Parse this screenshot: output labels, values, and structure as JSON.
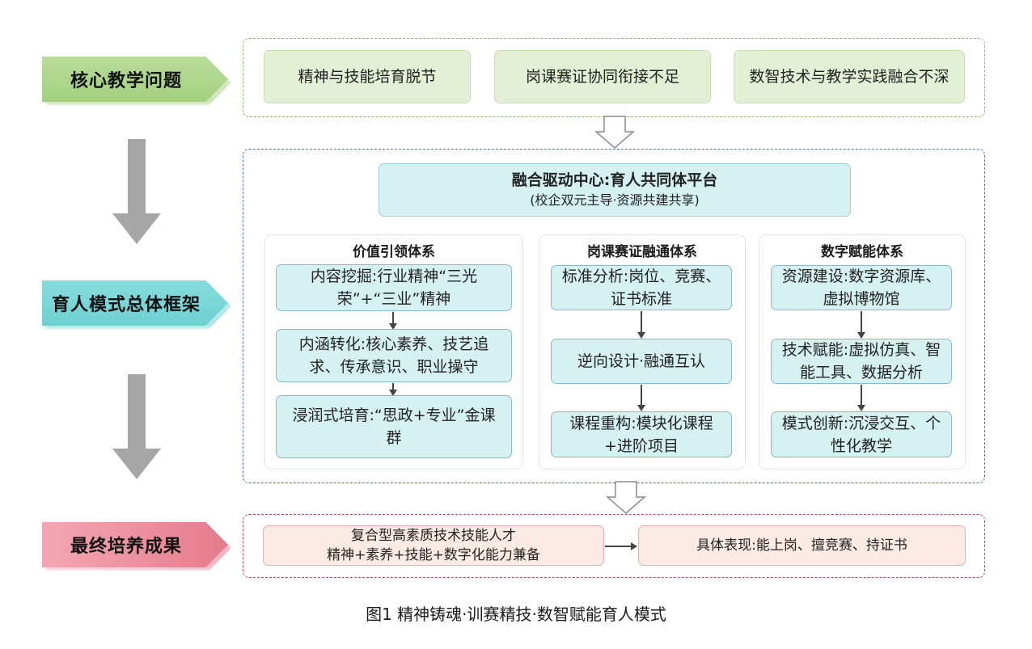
{
  "stages": {
    "problem": {
      "label": "核心教学问题",
      "color": "#a9d486"
    },
    "framework": {
      "label": "育人模式总体框架",
      "color": "#78d4d6"
    },
    "outcome": {
      "label": "最终培养成果",
      "color": "#ea8e9c"
    }
  },
  "problems": [
    "精神与技能培育脱节",
    "岗课赛证协同衔接不足",
    "数智技术与教学实践融合不深"
  ],
  "center": {
    "title": "融合驱动中心:育人共同体平台",
    "subtitle": "(校企双元主导·资源共建共享)"
  },
  "columns": [
    {
      "title": "价值引领体系",
      "steps": [
        "内容挖掘:行业精神“三光荣”+“三业”精神",
        "内涵转化:核心素养、技艺追求、传承意识、职业操守",
        "浸润式培育:“思政+专业”金课群"
      ]
    },
    {
      "title": "岗课赛证融通体系",
      "steps": [
        "标准分析:岗位、竞赛、证书标准",
        "逆向设计·融通互认",
        "课程重构:模块化课程+进阶项目"
      ]
    },
    {
      "title": "数字赋能体系",
      "steps": [
        "资源建设:数字资源库、虚拟博物馆",
        "技术赋能:虚拟仿真、智能工具、数据分析",
        "模式创新:沉浸交互、个性化教学"
      ]
    }
  ],
  "outcomes": {
    "talent_line1": "复合型高素质技术技能人才",
    "talent_line2": "精神+素养+技能+数字化能力兼备",
    "performance": "具体表现:能上岗、擅竞赛、持证书"
  },
  "caption": "图1 精神铸魂·训赛精技·数智赋能育人模式",
  "icons": {
    "stage_flow": "down-arrow-icon",
    "section_flow": "hollow-down-arrow-icon",
    "step_flow": "small-down-arrow-icon",
    "outcome_flow": "right-arrow-icon"
  }
}
